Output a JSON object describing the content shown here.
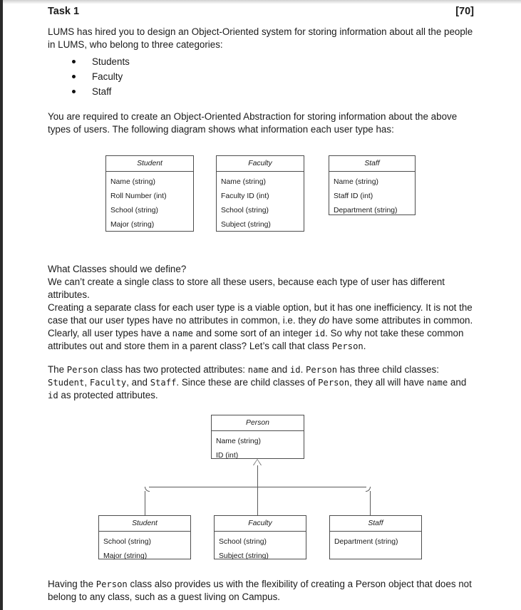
{
  "header": {
    "title": "Task 1",
    "marks": "[70]"
  },
  "intro": {
    "line1": "LUMS has hired you to design an Object-Oriented system for storing information about all the people in LUMS, who belong to three categories:",
    "categories": [
      "Students",
      "Faculty",
      "Staff"
    ],
    "line2": "You are required to create an Object-Oriented Abstraction for storing information about the above types of users. The following diagram shows what information each user type has:"
  },
  "diagram_attributes": {
    "classes": [
      {
        "name": "Student",
        "attributes": [
          "Name (string)",
          "Roll Number (int)",
          "School (string)",
          "Major (string)"
        ]
      },
      {
        "name": "Faculty",
        "attributes": [
          "Name (string)",
          "Faculty ID (int)",
          "School (string)",
          "Subject (string)"
        ]
      },
      {
        "name": "Staff",
        "attributes": [
          "Name (string)",
          "Staff ID (int)",
          "Department (string)"
        ]
      }
    ]
  },
  "discussion": {
    "q": "What Classes should we define?",
    "p1a": "We can’t create a single class to store all these users, because each type of user has different attributes.",
    "p2a": "Creating a separate class for each user type is a viable option, but it has one inefficiency. It is not the case that our user types have no attributes in common, i.e. they ",
    "p2_italic": "do",
    "p2b": " have some attributes in common. Clearly, all user types have a ",
    "p2_name": "name",
    "p2c": " and some sort of an integer ",
    "p2_id": "id",
    "p2d": ". So why not take these common attributes out and store them in a parent class? Let’s call that class ",
    "p2_person": "Person",
    "p2e": ".",
    "p3a": "The ",
    "p3_person1": "Person",
    "p3b": " class has two protected attributes: ",
    "p3_name": "name",
    "p3c": " and ",
    "p3_id": "id",
    "p3d": ". ",
    "p3_person2": "Person",
    "p3e": " has three child classes: ",
    "p3_student": "Student",
    "p3f": ", ",
    "p3_faculty": "Faculty",
    "p3g": ", and ",
    "p3_staff": "Staff",
    "p3h": ". Since these are child classes of ",
    "p3_person3": "Person",
    "p3i": ", they all will have ",
    "p3_name2": "name",
    "p3j": " and ",
    "p3_id2": "id",
    "p3k": " as protected attributes."
  },
  "diagram_inheritance": {
    "parent": {
      "name": "Person",
      "attributes": [
        "Name (string)",
        "ID (int)"
      ]
    },
    "children": [
      {
        "name": "Student",
        "attributes": [
          "School (string)",
          "Major (string)"
        ]
      },
      {
        "name": "Faculty",
        "attributes": [
          "School (string)",
          "Subject (string)"
        ]
      },
      {
        "name": "Staff",
        "attributes": [
          "Department (string)"
        ]
      }
    ]
  },
  "closing": {
    "a": "Having the ",
    "person_mono": "Person",
    "b": " class also provides us with the flexibility of creating a Person object that does not belong to any class, such as a guest living on Campus."
  }
}
